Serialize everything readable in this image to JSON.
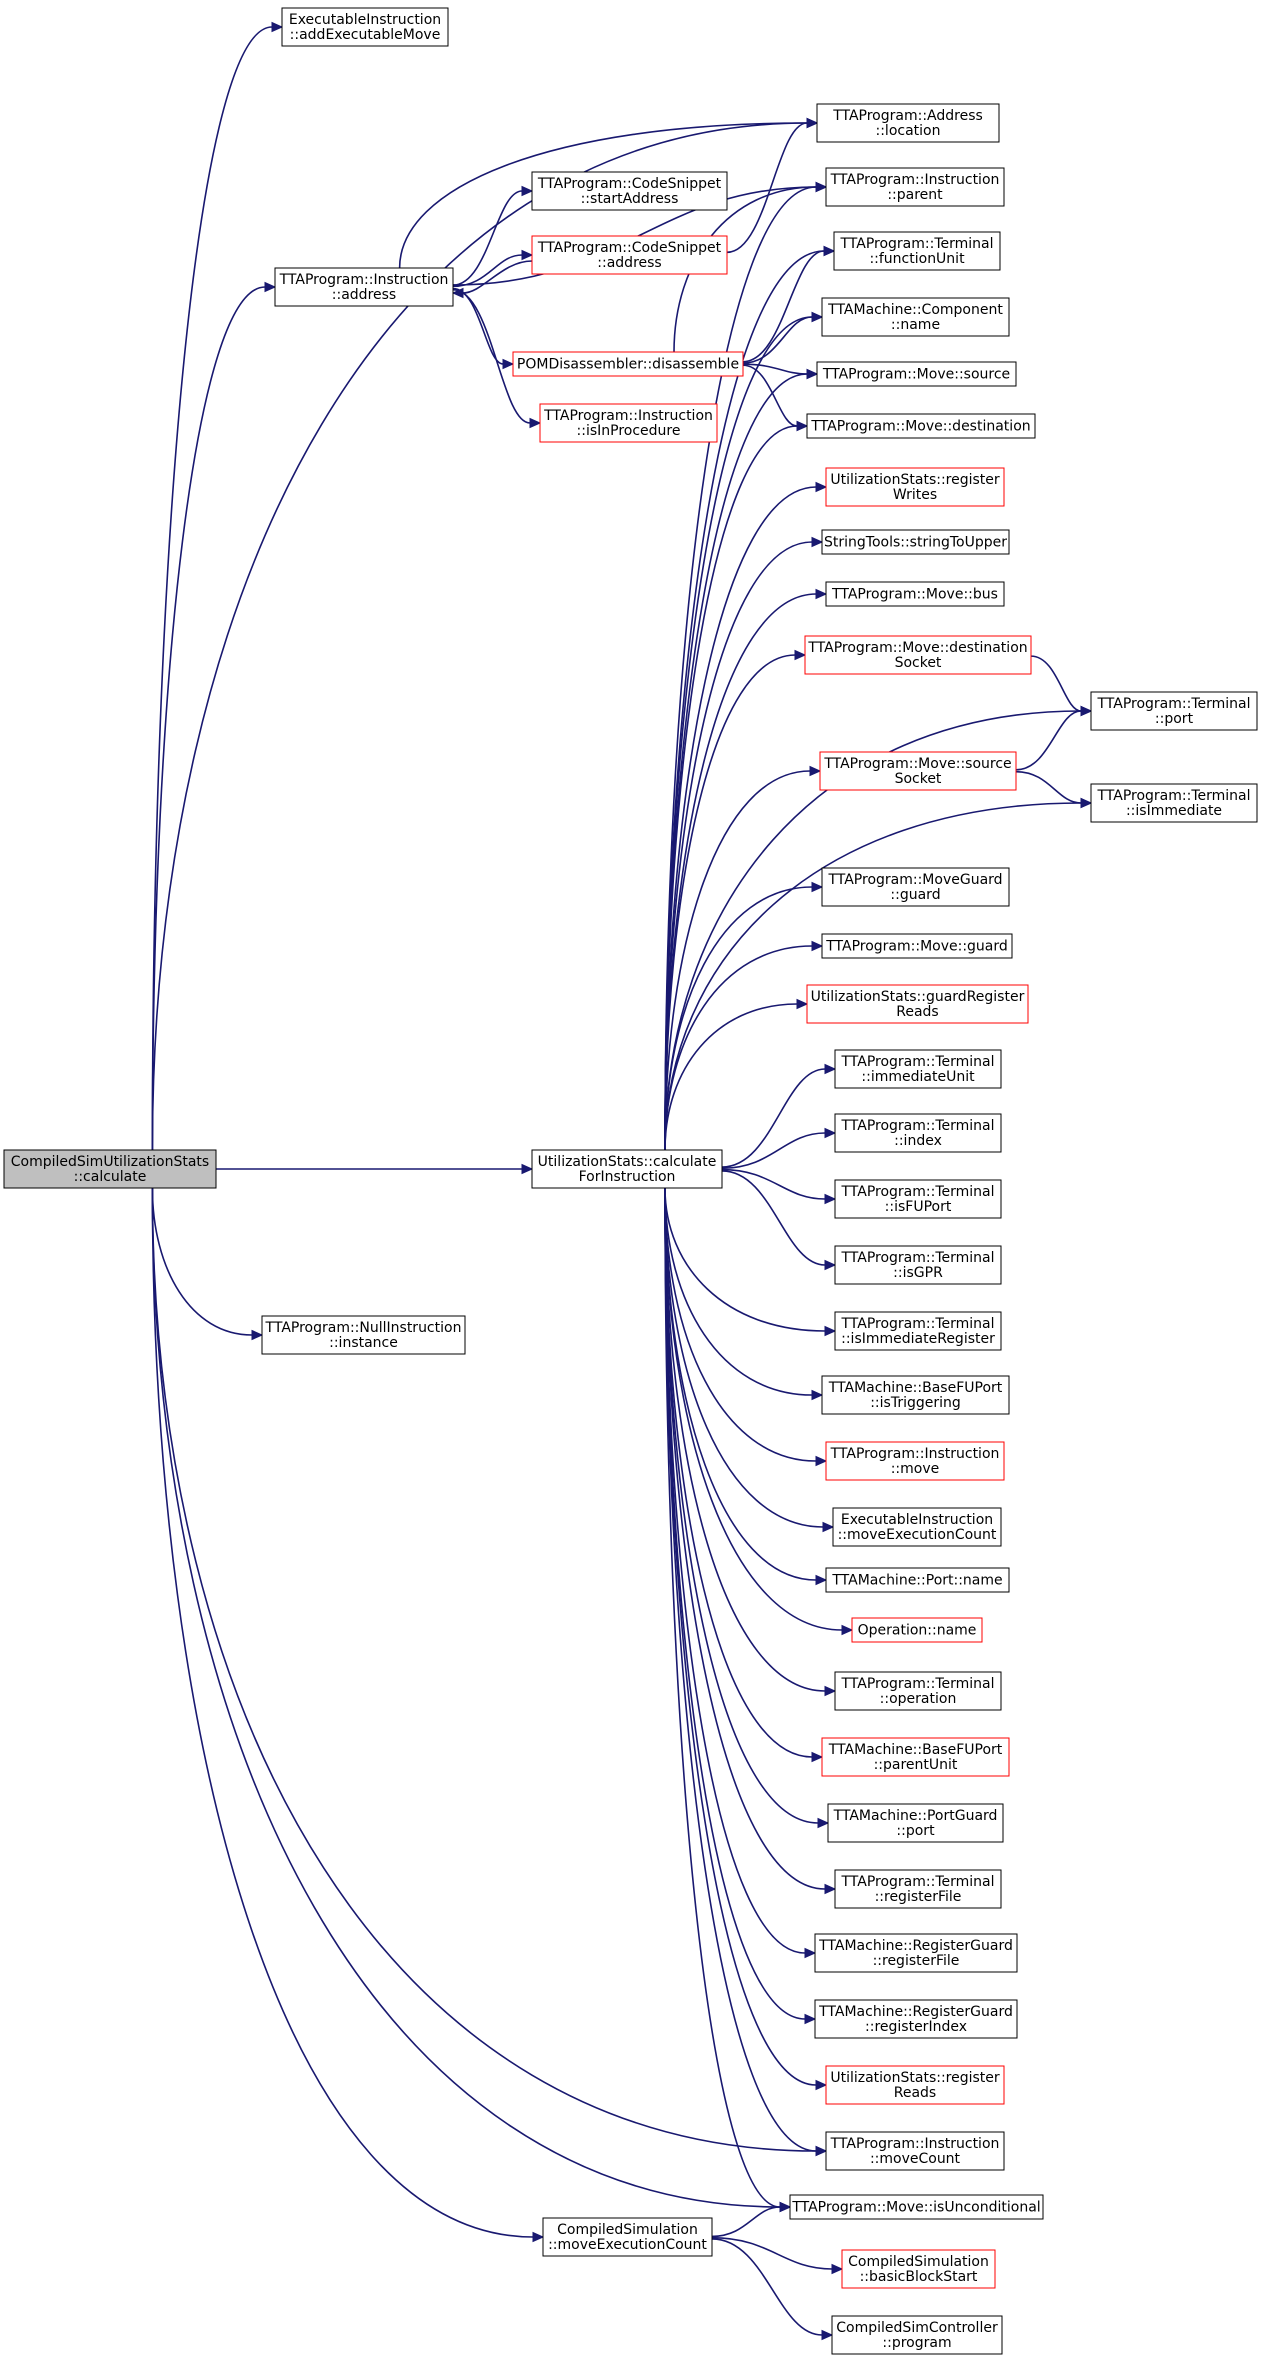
{
  "colors": {
    "edge": "#191970",
    "truncated_border": "#ff0000",
    "border": "#000000",
    "root_fill": "#bfbfbf",
    "fill": "#ffffff"
  },
  "nodes": [
    {
      "id": "root",
      "lines": [
        "CompiledSimUtilizationStats",
        "::calculate"
      ],
      "style": "root"
    },
    {
      "id": "addExecMove",
      "lines": [
        "ExecutableInstruction",
        "::addExecutableMove"
      ]
    },
    {
      "id": "addrLocation",
      "lines": [
        "TTAProgram::Address",
        "::location"
      ]
    },
    {
      "id": "csStart",
      "lines": [
        "TTAProgram::CodeSnippet",
        "::startAddress"
      ]
    },
    {
      "id": "csAddr",
      "lines": [
        "TTAProgram::CodeSnippet",
        "::address"
      ],
      "style": "truncated"
    },
    {
      "id": "instrParent",
      "lines": [
        "TTAProgram::Instruction",
        "::parent"
      ]
    },
    {
      "id": "instrAddr",
      "lines": [
        "TTAProgram::Instruction",
        "::address"
      ]
    },
    {
      "id": "termFU",
      "lines": [
        "TTAProgram::Terminal",
        "::functionUnit"
      ]
    },
    {
      "id": "compName",
      "lines": [
        "TTAMachine::Component",
        "::name"
      ]
    },
    {
      "id": "pomDis",
      "lines": [
        "POMDisassembler::disassemble"
      ],
      "style": "truncated"
    },
    {
      "id": "moveSource",
      "lines": [
        "TTAProgram::Move::source"
      ]
    },
    {
      "id": "instrInProc",
      "lines": [
        "TTAProgram::Instruction",
        "::isInProcedure"
      ],
      "style": "truncated"
    },
    {
      "id": "moveDest",
      "lines": [
        "TTAProgram::Move::destination"
      ]
    },
    {
      "id": "usRegWrites",
      "lines": [
        "UtilizationStats::register",
        "Writes"
      ],
      "style": "truncated"
    },
    {
      "id": "strUpper",
      "lines": [
        "StringTools::stringToUpper"
      ]
    },
    {
      "id": "moveBus",
      "lines": [
        "TTAProgram::Move::bus"
      ]
    },
    {
      "id": "moveDestSock",
      "lines": [
        "TTAProgram::Move::destination",
        "Socket"
      ],
      "style": "truncated"
    },
    {
      "id": "termPort",
      "lines": [
        "TTAProgram::Terminal",
        "::port"
      ]
    },
    {
      "id": "moveSrcSock",
      "lines": [
        "TTAProgram::Move::source",
        "Socket"
      ],
      "style": "truncated"
    },
    {
      "id": "termIsImm",
      "lines": [
        "TTAProgram::Terminal",
        "::isImmediate"
      ]
    },
    {
      "id": "mgGuard",
      "lines": [
        "TTAProgram::MoveGuard",
        "::guard"
      ]
    },
    {
      "id": "moveGuard",
      "lines": [
        "TTAProgram::Move::guard"
      ]
    },
    {
      "id": "usGuardReads",
      "lines": [
        "UtilizationStats::guardRegister",
        "Reads"
      ],
      "style": "truncated"
    },
    {
      "id": "termImmUnit",
      "lines": [
        "TTAProgram::Terminal",
        "::immediateUnit"
      ]
    },
    {
      "id": "usCalc",
      "lines": [
        "UtilizationStats::calculate",
        "ForInstruction"
      ]
    },
    {
      "id": "termIndex",
      "lines": [
        "TTAProgram::Terminal",
        "::index"
      ]
    },
    {
      "id": "termIsFU",
      "lines": [
        "TTAProgram::Terminal",
        "::isFUPort"
      ]
    },
    {
      "id": "termIsGPR",
      "lines": [
        "TTAProgram::Terminal",
        "::isGPR"
      ]
    },
    {
      "id": "termIsImmReg",
      "lines": [
        "TTAProgram::Terminal",
        "::isImmediateRegister"
      ]
    },
    {
      "id": "nullInstr",
      "lines": [
        "TTAProgram::NullInstruction",
        "::instance"
      ]
    },
    {
      "id": "bfuTrig",
      "lines": [
        "TTAMachine::BaseFUPort",
        "::isTriggering"
      ]
    },
    {
      "id": "instrMove",
      "lines": [
        "TTAProgram::Instruction",
        "::move"
      ],
      "style": "truncated"
    },
    {
      "id": "eiMoveCount",
      "lines": [
        "ExecutableInstruction",
        "::moveExecutionCount"
      ]
    },
    {
      "id": "portName",
      "lines": [
        "TTAMachine::Port::name"
      ]
    },
    {
      "id": "opName",
      "lines": [
        "Operation::name"
      ],
      "style": "truncated"
    },
    {
      "id": "termOp",
      "lines": [
        "TTAProgram::Terminal",
        "::operation"
      ]
    },
    {
      "id": "bfuParent",
      "lines": [
        "TTAMachine::BaseFUPort",
        "::parentUnit"
      ],
      "style": "truncated"
    },
    {
      "id": "pgPort",
      "lines": [
        "TTAMachine::PortGuard",
        "::port"
      ]
    },
    {
      "id": "termRF",
      "lines": [
        "TTAProgram::Terminal",
        "::registerFile"
      ]
    },
    {
      "id": "rgRF",
      "lines": [
        "TTAMachine::RegisterGuard",
        "::registerFile"
      ]
    },
    {
      "id": "rgIndex",
      "lines": [
        "TTAMachine::RegisterGuard",
        "::registerIndex"
      ]
    },
    {
      "id": "usRegReads",
      "lines": [
        "UtilizationStats::register",
        "Reads"
      ],
      "style": "truncated"
    },
    {
      "id": "instrMoveCount",
      "lines": [
        "TTAProgram::Instruction",
        "::moveCount"
      ]
    },
    {
      "id": "moveUncond",
      "lines": [
        "TTAProgram::Move::isUnconditional"
      ]
    },
    {
      "id": "csMoveExec",
      "lines": [
        "CompiledSimulation",
        "::moveExecutionCount"
      ]
    },
    {
      "id": "csBBStart",
      "lines": [
        "CompiledSimulation",
        "::basicBlockStart"
      ],
      "style": "truncated"
    },
    {
      "id": "cscProgram",
      "lines": [
        "CompiledSimController",
        "::program"
      ]
    }
  ],
  "edges": [
    [
      "root",
      "addExecMove"
    ],
    [
      "root",
      "addrLocation"
    ],
    [
      "root",
      "instrAddr"
    ],
    [
      "root",
      "usCalc"
    ],
    [
      "root",
      "nullInstr"
    ],
    [
      "root",
      "csMoveExec"
    ],
    [
      "root",
      "instrMoveCount"
    ],
    [
      "root",
      "moveUncond"
    ],
    [
      "instrAddr",
      "addrLocation"
    ],
    [
      "instrAddr",
      "csStart"
    ],
    [
      "instrAddr",
      "csAddr"
    ],
    [
      "instrAddr",
      "instrParent"
    ],
    [
      "instrAddr",
      "pomDis"
    ],
    [
      "instrAddr",
      "instrInProc"
    ],
    [
      "csAddr",
      "addrLocation"
    ],
    [
      "csAddr",
      "instrAddr"
    ],
    [
      "pomDis",
      "instrParent"
    ],
    [
      "pomDis",
      "termFU"
    ],
    [
      "pomDis",
      "compName"
    ],
    [
      "pomDis",
      "moveSource"
    ],
    [
      "pomDis",
      "moveDest"
    ],
    [
      "usCalc",
      "instrParent"
    ],
    [
      "usCalc",
      "termFU"
    ],
    [
      "usCalc",
      "compName"
    ],
    [
      "usCalc",
      "moveSource"
    ],
    [
      "usCalc",
      "moveDest"
    ],
    [
      "usCalc",
      "usRegWrites"
    ],
    [
      "usCalc",
      "strUpper"
    ],
    [
      "usCalc",
      "moveBus"
    ],
    [
      "usCalc",
      "moveDestSock"
    ],
    [
      "usCalc",
      "termPort"
    ],
    [
      "usCalc",
      "moveSrcSock"
    ],
    [
      "usCalc",
      "termIsImm"
    ],
    [
      "usCalc",
      "mgGuard"
    ],
    [
      "usCalc",
      "moveGuard"
    ],
    [
      "usCalc",
      "usGuardReads"
    ],
    [
      "usCalc",
      "termImmUnit"
    ],
    [
      "usCalc",
      "termIndex"
    ],
    [
      "usCalc",
      "termIsFU"
    ],
    [
      "usCalc",
      "termIsGPR"
    ],
    [
      "usCalc",
      "termIsImmReg"
    ],
    [
      "usCalc",
      "bfuTrig"
    ],
    [
      "usCalc",
      "instrMove"
    ],
    [
      "usCalc",
      "eiMoveCount"
    ],
    [
      "usCalc",
      "portName"
    ],
    [
      "usCalc",
      "opName"
    ],
    [
      "usCalc",
      "termOp"
    ],
    [
      "usCalc",
      "bfuParent"
    ],
    [
      "usCalc",
      "pgPort"
    ],
    [
      "usCalc",
      "termRF"
    ],
    [
      "usCalc",
      "rgRF"
    ],
    [
      "usCalc",
      "rgIndex"
    ],
    [
      "usCalc",
      "usRegReads"
    ],
    [
      "usCalc",
      "instrMoveCount"
    ],
    [
      "usCalc",
      "moveUncond"
    ],
    [
      "moveDestSock",
      "termPort"
    ],
    [
      "moveSrcSock",
      "termPort"
    ],
    [
      "moveSrcSock",
      "termIsImm"
    ],
    [
      "csMoveExec",
      "moveUncond"
    ],
    [
      "csMoveExec",
      "csBBStart"
    ],
    [
      "csMoveExec",
      "cscProgram"
    ]
  ]
}
